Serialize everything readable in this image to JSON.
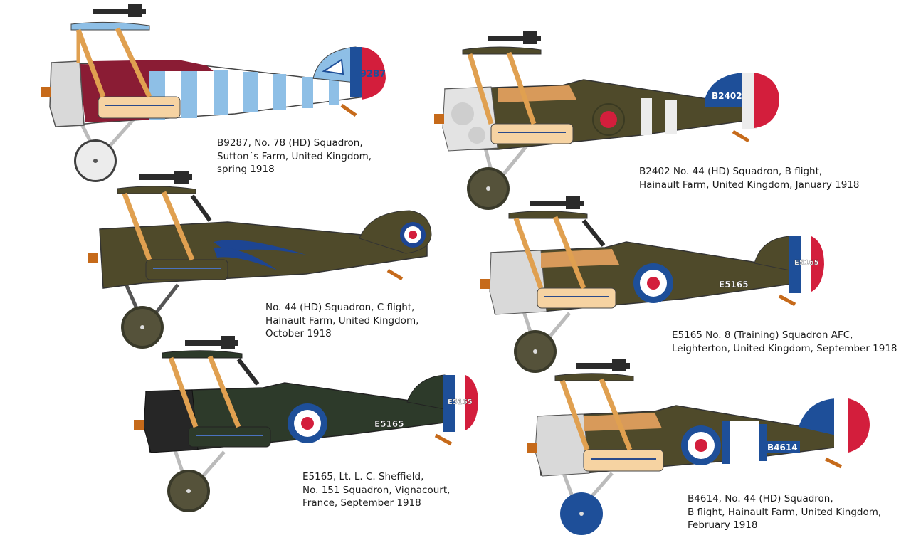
{
  "aircraft": [
    {
      "id": "a1",
      "caption_lines": [
        "B9287, No. 78 (HD) Squadron,",
        "Sutton´s Farm, United Kingdom,",
        "spring 1918"
      ],
      "tail_serial": "B9287",
      "colors": {
        "fuselage": "#ffffff",
        "stripe": "#8ebfe6",
        "cowling": "#d9d9d9",
        "cockpit_area": "#8a1c34",
        "wing_wood": "#f6d3a2",
        "strut": "#e0a050"
      }
    },
    {
      "id": "a2",
      "caption_lines": [
        "B2402 No. 44 (HD) Squadron, B flight,",
        "Hainault Farm, United Kingdom, January 1918"
      ],
      "tail_serial": "B2402",
      "colors": {
        "fuselage": "#4f4a2a",
        "tail_blue": "#1e4f99",
        "tail_red": "#d31e3c",
        "cowling": "#e3e3e3"
      }
    },
    {
      "id": "a3",
      "caption_lines": [
        "No. 44 (HD) Squadron, C flight,",
        "Hainault Farm, United Kingdom,",
        "October 1918"
      ],
      "colors": {
        "fuselage": "#4f4a2a",
        "flash": "#1d4593"
      }
    },
    {
      "id": "a4",
      "caption_lines": [
        "E5165 No. 8 (Training) Squadron AFC,",
        "Leighterton, United Kingdom, September 1918"
      ],
      "fuselage_serial": "E5165",
      "tail_serial": "E5165",
      "colors": {
        "fuselage": "#4f4a2a",
        "cowling": "#d9d9d9"
      }
    },
    {
      "id": "a5",
      "caption_lines": [
        "E5165, Lt. L. C. Sheffield,",
        "No. 151 Squadron, Vignacourt,",
        "France, September 1918"
      ],
      "fuselage_serial": "E5165",
      "tail_serial": "E5165",
      "colors": {
        "fuselage": "#2d3a2a",
        "cowling": "#262626"
      }
    },
    {
      "id": "a6",
      "caption_lines": [
        "B4614, No. 44 (HD) Squadron,",
        "B flight, Hainault Farm, United Kingdom,",
        "February 1918"
      ],
      "fuselage_serial": "B4614",
      "colors": {
        "fuselage": "#4f4a2a",
        "tail_blue": "#1e4f99",
        "tail_red": "#d31e3c",
        "wheel": "#1e4f99"
      }
    }
  ]
}
